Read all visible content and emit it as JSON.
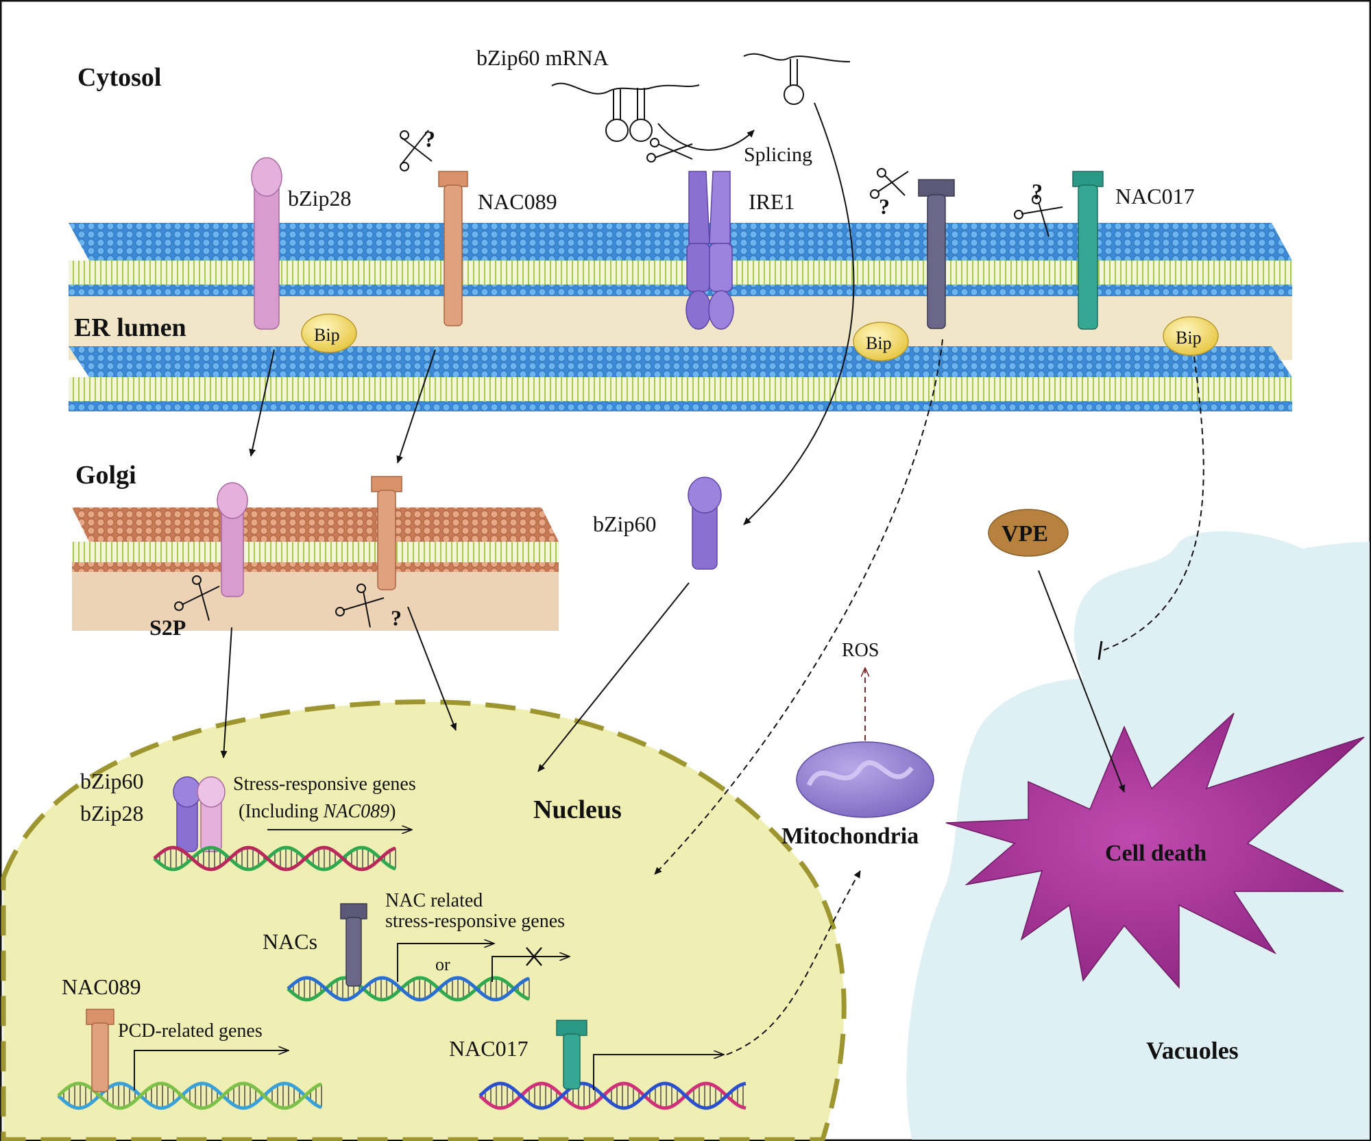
{
  "compartments": {
    "cytosol": "Cytosol",
    "er_lumen": "ER lumen",
    "golgi": "Golgi",
    "nucleus": "Nucleus",
    "mitochondria": "Mitochondria",
    "vacuoles": "Vacuoles"
  },
  "er_labels": {
    "mrna": "bZip60 mRNA",
    "splicing": "Splicing",
    "bzip28": "bZip28",
    "nac089": "NAC089",
    "ire1": "IRE1",
    "nac017": "NAC017",
    "bip": "Bip"
  },
  "golgi_labels": {
    "s2p": "S2P",
    "q": "?"
  },
  "cytosol_labels": {
    "bzip60": "bZip60",
    "vpe": "VPE",
    "ros": "ROS",
    "cell_death": "Cell death"
  },
  "nucleus_labels": {
    "bzip60": "bZip60",
    "bzip28": "bZip28",
    "stress_genes_1": "Stress-responsive genes",
    "stress_genes_2a": "(Including ",
    "stress_genes_2b": "NAC089",
    "stress_genes_2c": ")",
    "nacs": "NACs",
    "nac_related_1": "NAC related",
    "nac_related_2": "stress-responsive genes",
    "or": "or",
    "nac089": "NAC089",
    "pcd_genes": "PCD-related genes",
    "nac017": "NAC017"
  },
  "question": "?",
  "colors": {
    "membrane_blue": "#4f9de0",
    "lipid_tail": "#b7d35a",
    "lumen": "#f1e7c8",
    "golgi": "#d9936a",
    "nucleus_fill": "#f0efb3",
    "nucleus_border": "#9c9530",
    "vacuole": "#dff0f4",
    "bzip28": "#d99ccf",
    "nac089": "#d9916a",
    "ire1": "#8a70d0",
    "nacs": "#5b5878",
    "nac017": "#2a9a86",
    "bip": "#f0d254",
    "vpe": "#b7823e",
    "cell_death": "#9a2a8c",
    "mitochondria": "#9580cc"
  }
}
